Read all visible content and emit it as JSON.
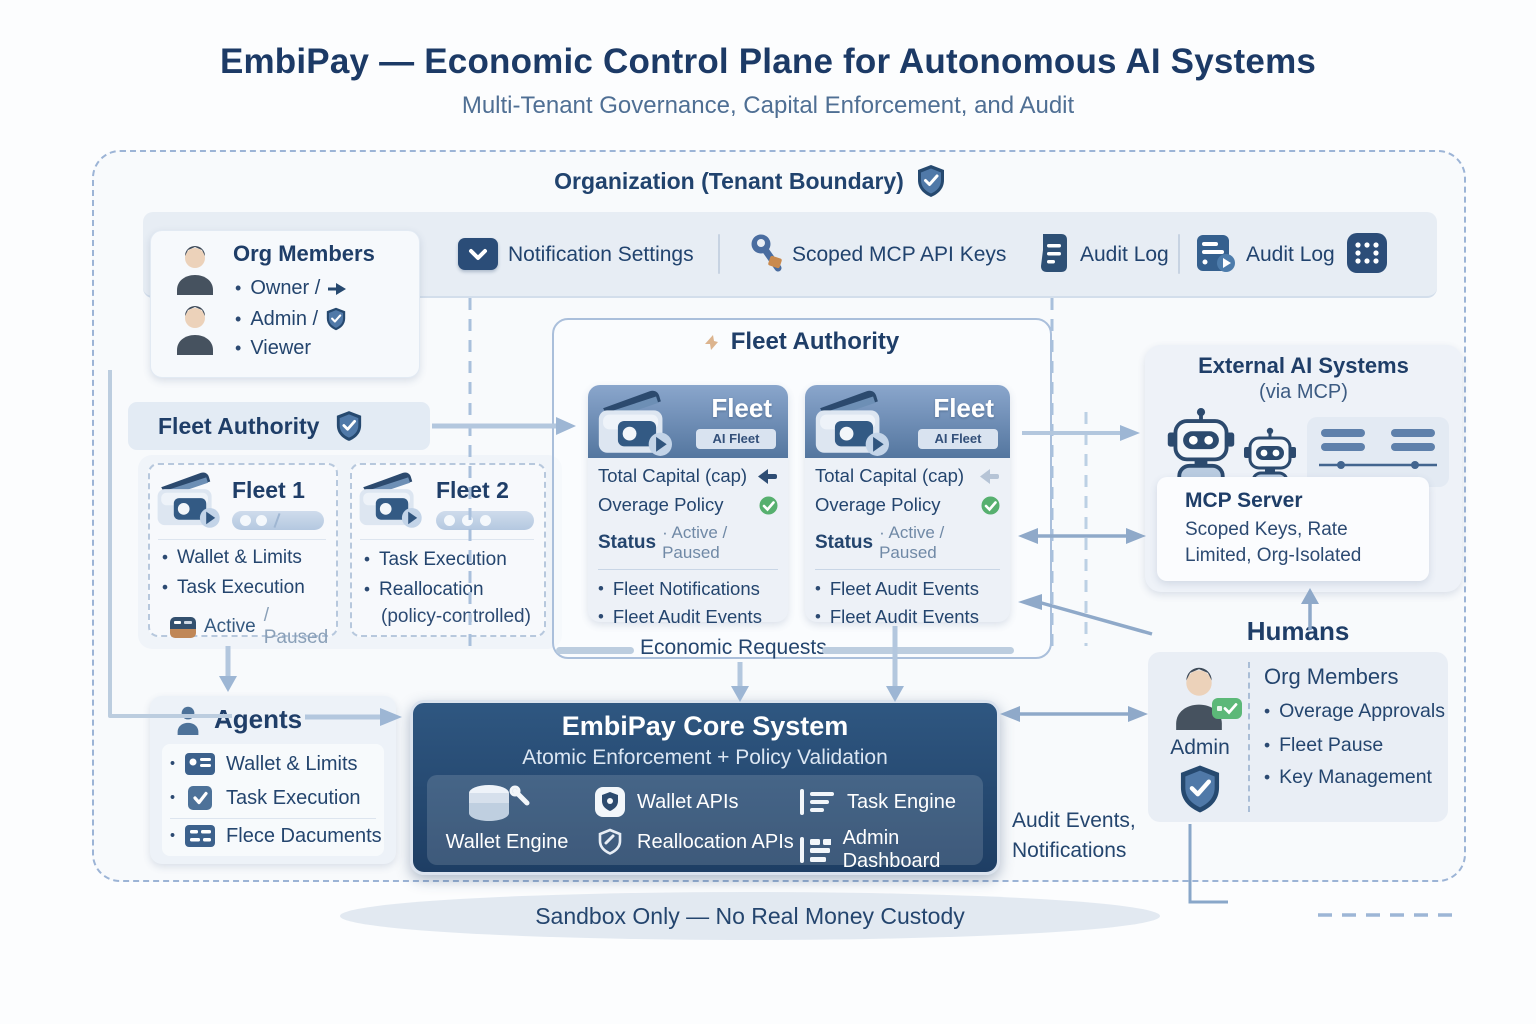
{
  "page": {
    "title": "EmbiPay — Economic Control Plane for Autonomous AI Systems",
    "subtitle": "Multi-Tenant Governance, Capital Enforcement, and Audit",
    "footer": "Sandbox Only — No Real Money Custody"
  },
  "org_boundary": {
    "label": "Organization (Tenant Boundary)"
  },
  "top_row": {
    "org_members": {
      "title": "Org Members",
      "owner": "Owner /",
      "admin": "Admin /",
      "viewer": "Viewer"
    },
    "notification_settings": "Notification Settings",
    "scoped_mcp_api_keys": "Scoped MCP API Keys",
    "audit_log_doc": "Audit Log",
    "audit_log_list": "Audit Log"
  },
  "fleet_left": {
    "title": "Fleet Authority",
    "fleet1": {
      "title": "Fleet 1",
      "items": [
        "Wallet & Limits",
        "Task Execution"
      ],
      "status_active": "Active",
      "status_paused": "/ Paused"
    },
    "fleet2": {
      "title": "Fleet 2",
      "items": [
        "Task Execution",
        "Reallocation"
      ],
      "note": "(policy-controlled)"
    }
  },
  "fleet_center": {
    "title": "Fleet Authority",
    "cards": [
      {
        "title": "Fleet",
        "badge": "AI Fleet",
        "capital": "Total Capital (cap)",
        "overage": "Overage Policy",
        "status_label": "Status",
        "status_value": "· Active / Paused",
        "bullets": [
          "Fleet Notifications",
          "Fleet Audit Events"
        ]
      },
      {
        "title": "Fleet",
        "badge": "AI Fleet",
        "capital": "Total Capital (cap)",
        "overage": "Overage Policy",
        "status_label": "Status",
        "status_value": "· Active / Paused",
        "bullets": [
          "Fleet Audit Events",
          "Fleet Audit Events"
        ]
      }
    ]
  },
  "flow": {
    "economic_requests": "Economic Requests",
    "audit_line1": "Audit Events,",
    "audit_line2": "Notifications"
  },
  "core": {
    "title": "EmbiPay Core System",
    "subtitle": "Atomic Enforcement + Policy Validation",
    "wallet_engine": "Wallet Engine",
    "wallet_apis": "Wallet APIs",
    "task_engine": "Task Engine",
    "reallocation_apis": "Reallocation APIs",
    "admin_dashboard": "Admin Dashboard"
  },
  "agents": {
    "title": "Agents",
    "items": [
      "Wallet & Limits",
      "Task Execution",
      "Flece Dacuments"
    ]
  },
  "external": {
    "title": "External AI Systems",
    "subtitle": "(via MCP)",
    "mcp_title": "MCP Server",
    "mcp_desc": "Scoped Keys, Rate Limited, Org-Isolated"
  },
  "humans": {
    "title": "Humans",
    "admin_label": "Admin",
    "org_members_title": "Org Members",
    "items": [
      "Overage Approvals",
      "Fleet Pause",
      "Key Management"
    ]
  }
}
